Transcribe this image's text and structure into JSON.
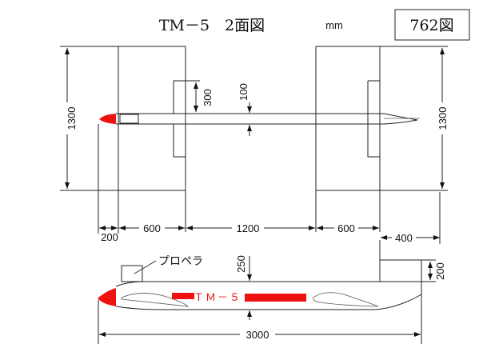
{
  "title": "TM－5　2面図",
  "unit": "mm",
  "figure_number": "762図",
  "labels": {
    "propeller": "プロペラ",
    "fuselage_marking": "ＴＭ－５"
  },
  "dimensions": {
    "wingspan_left": "1300",
    "wingspan_right": "1300",
    "stab_height": "300",
    "fuselage_width": "100",
    "nose_length": "200",
    "wing_chord_front": "600",
    "wing_gap": "1200",
    "wing_chord_rear": "600",
    "fin_length": "400",
    "fin_height": "200",
    "fuselage_height": "250",
    "overall_length": "3000"
  },
  "colors": {
    "accent": "#ee1111",
    "line": "#222222"
  }
}
